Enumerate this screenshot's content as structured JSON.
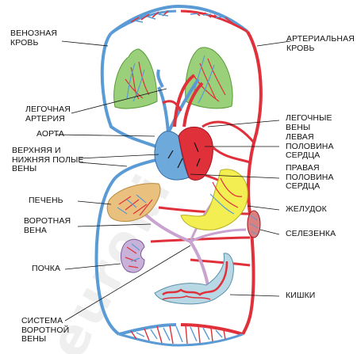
{
  "watermark": "euroki",
  "labels": {
    "venous_blood": "ВЕНОЗНАЯ\nКРОВЬ",
    "arterial_blood": "АРТЕРИАЛЬНАЯ\nКРОВЬ",
    "pulmonary_artery": "ЛЕГОЧНАЯ\nАРТЕРИЯ",
    "aorta": "АОРТА",
    "vena_cava": "ВЕРХНЯЯ И\nНИЖНЯЯ ПОЛЫЕ\nВЕНЫ",
    "pulmonary_veins": "ЛЕГОЧНЫЕ\nВЕНЫ",
    "left_heart": "ЛЕВАЯ\nПОЛОВИНА\nСЕРДЦА",
    "right_heart": "ПРАВАЯ\nПОЛОВИНА\nСЕРДЦА",
    "liver": "ПЕЧЕНЬ",
    "portal_vein": "ВОРОТНАЯ\nВЕНА",
    "stomach": "ЖЕЛУДОК",
    "spleen": "СЕЛЕЗЕНКА",
    "kidney": "ПОЧКА",
    "intestines": "КИШКИ",
    "portal_system": "СИСТЕМА\nВОРОТНОЙ\nВЕНЫ"
  },
  "colors": {
    "arterial": "#e0303a",
    "venous": "#5b9bd5",
    "lung": "#9bd07a",
    "liver": "#e9c07e",
    "stomach": "#f3ef52",
    "kidney": "#c9b2d9",
    "intestine": "#b9d8e6"
  }
}
